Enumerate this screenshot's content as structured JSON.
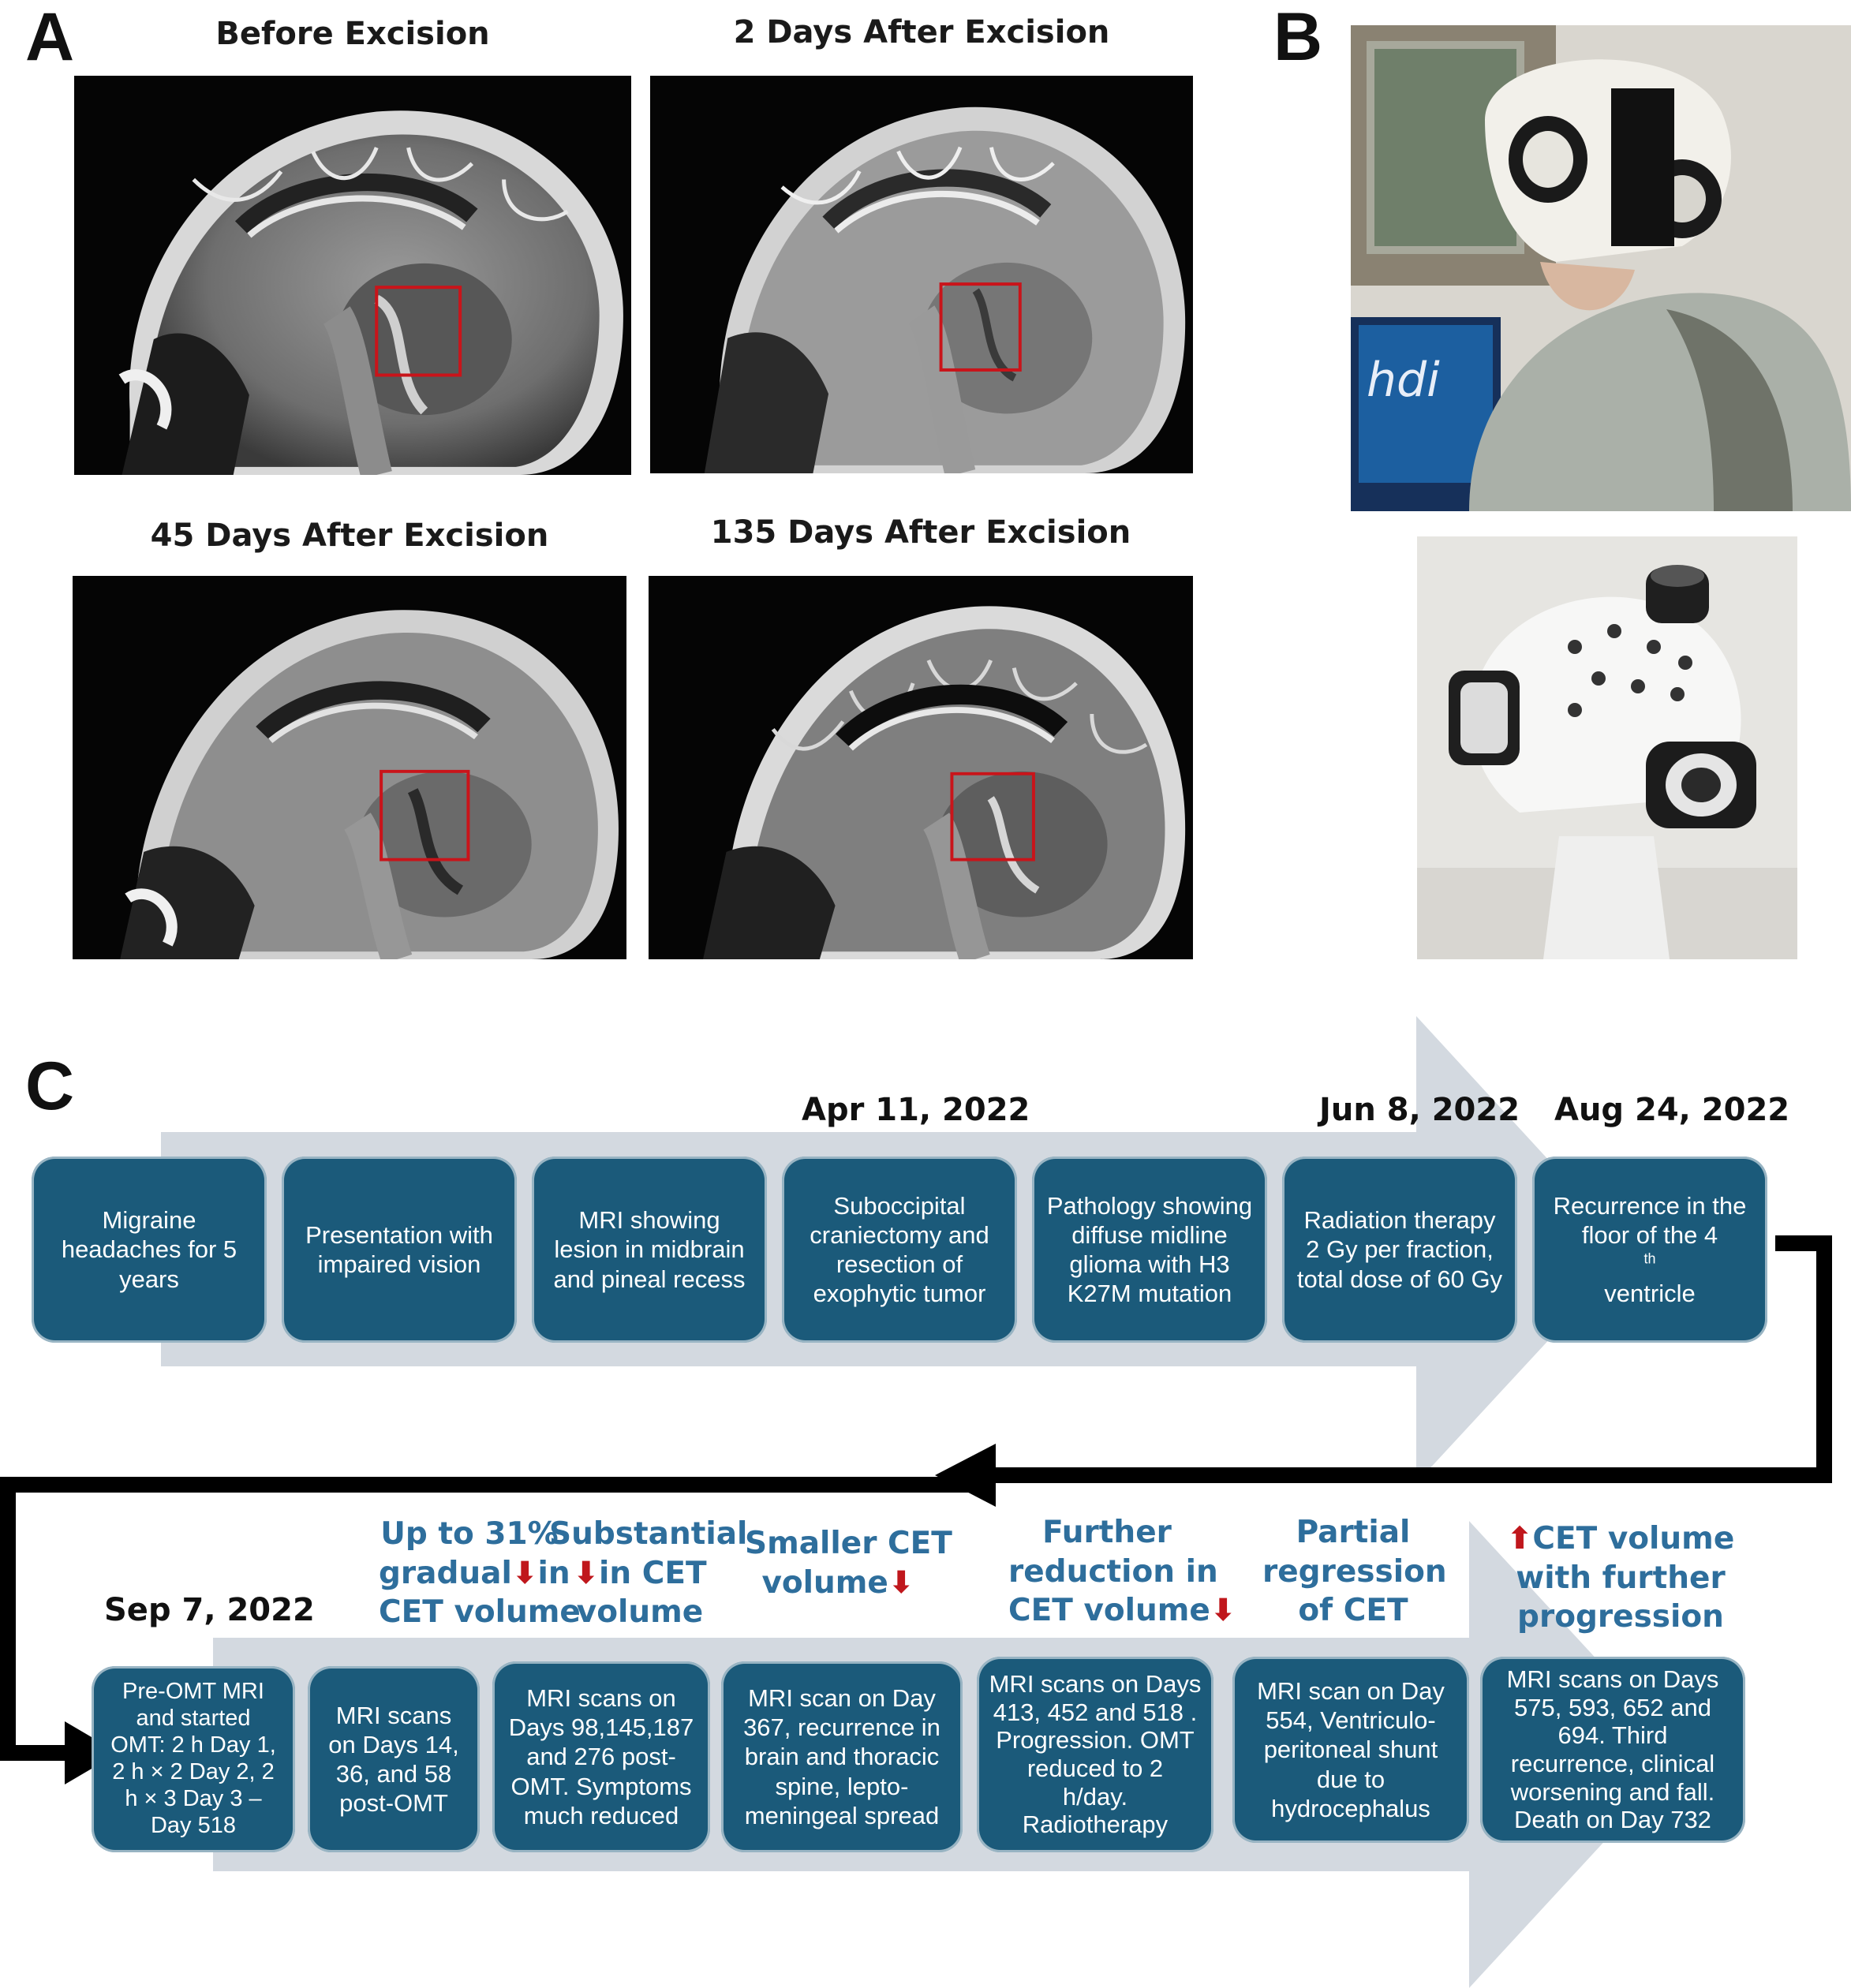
{
  "panels": {
    "a": "A",
    "b": "B",
    "c": "C"
  },
  "mri": {
    "titles": [
      "Before Excision",
      "2 Days After Excision",
      "45 Days After Excision",
      "135 Days After Excision"
    ]
  },
  "timeline_top": {
    "dates": {
      "resection": "Apr 11, 2022",
      "radiation": "Jun 8, 2022",
      "recurrence": "Aug 24, 2022"
    },
    "boxes": [
      [
        "Migraine",
        "headaches for 5",
        "years"
      ],
      [
        "Presentation with",
        "impaired vision"
      ],
      [
        "MRI showing",
        "lesion in midbrain",
        "and pineal recess"
      ],
      [
        "Suboccipital",
        "craniectomy and",
        "resection of",
        "exophytic tumor"
      ],
      [
        "Pathology showing",
        "diffuse midline",
        "glioma with H3",
        "K27M mutation"
      ],
      [
        "Radiation therapy",
        "2 Gy per fraction,",
        "total dose of 60 Gy"
      ],
      [
        "Recurrence in the",
        "floor of the 4",
        "ventricle"
      ]
    ],
    "superscript": "th"
  },
  "timeline_bottom": {
    "date": "Sep 7, 2022",
    "boxes": [
      [
        "Pre-OMT MRI",
        "and started",
        "OMT: 2 h Day 1,",
        "2 h × 2 Day 2, 2",
        "h × 3 Day 3 –",
        "Day 518"
      ],
      [
        "MRI scans",
        "on Days 14,",
        "36,  and 58",
        "post-OMT"
      ],
      [
        "MRI scans on",
        "Days 98,145,187",
        "and 276 post-",
        "OMT. Symptoms",
        "much reduced"
      ],
      [
        "MRI scan on Day",
        "367, recurrence in",
        "brain and thoracic",
        "spine, lepto-",
        "meningeal spread"
      ],
      [
        "MRI scans on Days",
        "413, 452  and 518 .",
        "Progression. OMT",
        "reduced to  2",
        "h/day.",
        "Radiotherapy"
      ],
      [
        "MRI scan on Day",
        "554, Ventriculo-",
        "peritoneal shunt",
        "due to",
        "hydrocephalus"
      ],
      [
        "MRI scans on Days",
        "575, 593, 652 and",
        "694. Third",
        "recurrence, clinical",
        "worsening and fall.",
        "Death on Day 732"
      ]
    ],
    "findings": {
      "f1": {
        "l1a": "Up to 31%",
        "l2a": "gradual",
        "l2b": "in",
        "l3": "CET volume"
      },
      "f2": {
        "l1": "Substantial",
        "l2b": "in CET",
        "l3": "volume"
      },
      "f3": {
        "l1": "Smaller CET",
        "l2a": "volume"
      },
      "f4": {
        "l1": "Further",
        "l2": "reduction in",
        "l3a": "CET volume"
      },
      "f5": {
        "l1": "Partial",
        "l2": "regression",
        "l3": "of CET"
      },
      "f6": {
        "l1b": "CET volume",
        "l2": "with further",
        "l3": "progression"
      }
    },
    "arrow_down": "⬇",
    "arrow_up": "⬆"
  },
  "colors": {
    "box": "#1b5a7a",
    "finding_text": "#2e6e9c",
    "arrow_red": "#c0171c",
    "band": "#d3d9e0"
  }
}
